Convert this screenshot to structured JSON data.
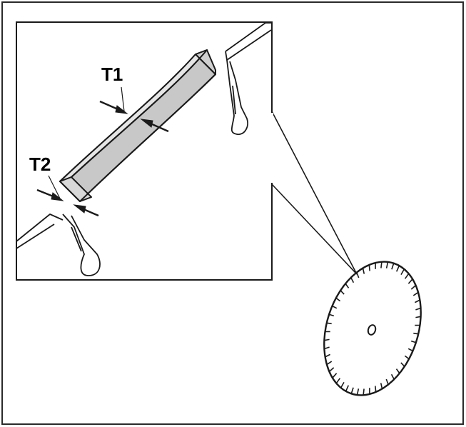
{
  "labels": {
    "t1": "T1",
    "t2": "T2"
  },
  "colors": {
    "ink": "#1a1a1a",
    "segment_fill": "#c8c8c8",
    "segment_top": "#e6e6e6",
    "background": "#ffffff"
  },
  "blade": {
    "tooth_count": 48
  }
}
